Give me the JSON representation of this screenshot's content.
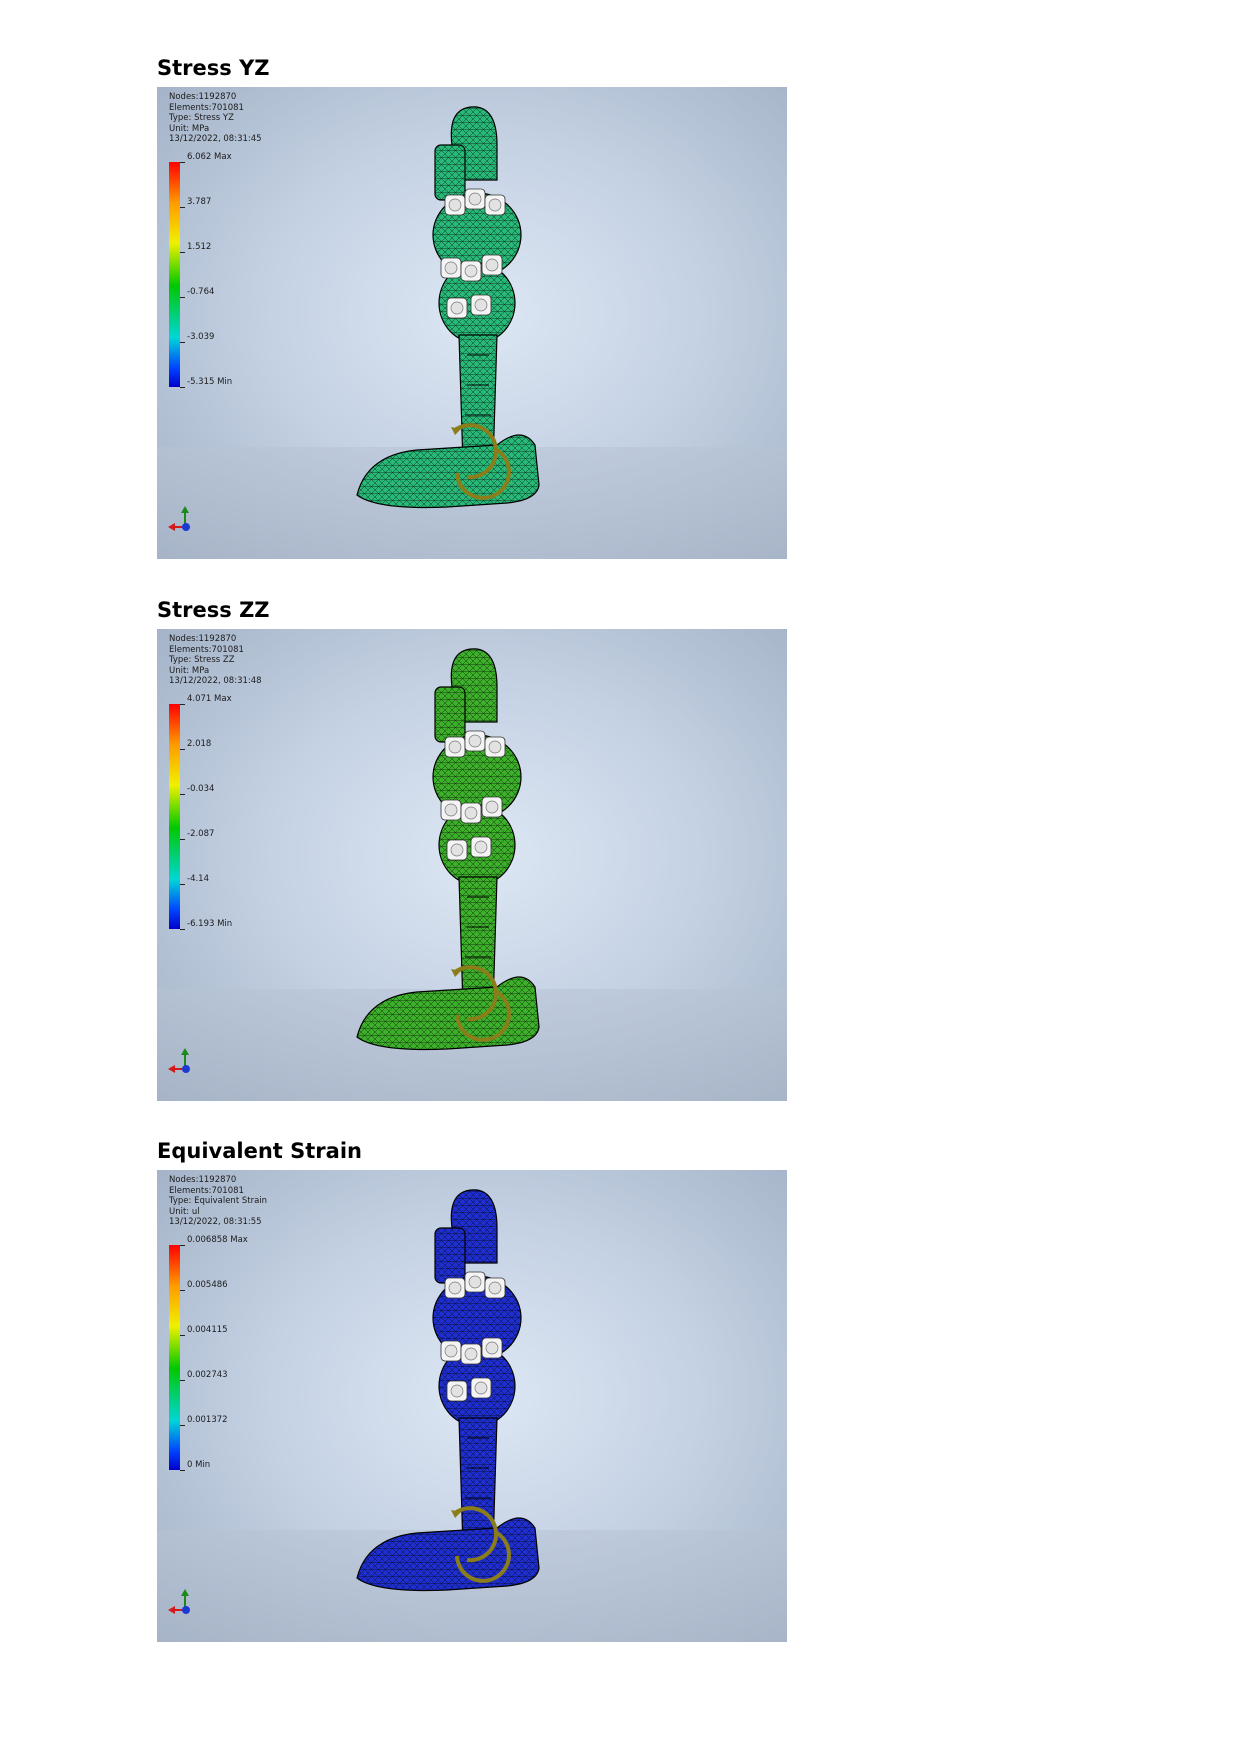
{
  "sections": [
    {
      "title": "Stress YZ",
      "info": [
        "Nodes:1192870",
        "Elements:701081",
        "Type: Stress YZ",
        "Unit: MPa",
        "13/12/2022, 08:31:45"
      ],
      "legend": [
        "6.062 Max",
        "3.787",
        "1.512",
        "-0.764",
        "-3.039",
        "-5.315 Min"
      ],
      "mesh_color": "#28b877"
    },
    {
      "title": "Stress ZZ",
      "info": [
        "Nodes:1192870",
        "Elements:701081",
        "Type: Stress ZZ",
        "Unit: MPa",
        "13/12/2022, 08:31:48"
      ],
      "legend": [
        "4.071 Max",
        "2.018",
        "-0.034",
        "-2.087",
        "-4.14",
        "-6.193 Min"
      ],
      "mesh_color": "#3cb02a"
    },
    {
      "title": "Equivalent Strain",
      "info": [
        "Nodes:1192870",
        "Elements:701081",
        "Type: Equivalent Strain",
        "Unit: ul",
        "13/12/2022, 08:31:55"
      ],
      "legend": [
        "0.006858 Max",
        "0.005486",
        "0.004115",
        "0.002743",
        "0.001372",
        "0 Min"
      ],
      "mesh_color": "#1f2fcf"
    }
  ]
}
